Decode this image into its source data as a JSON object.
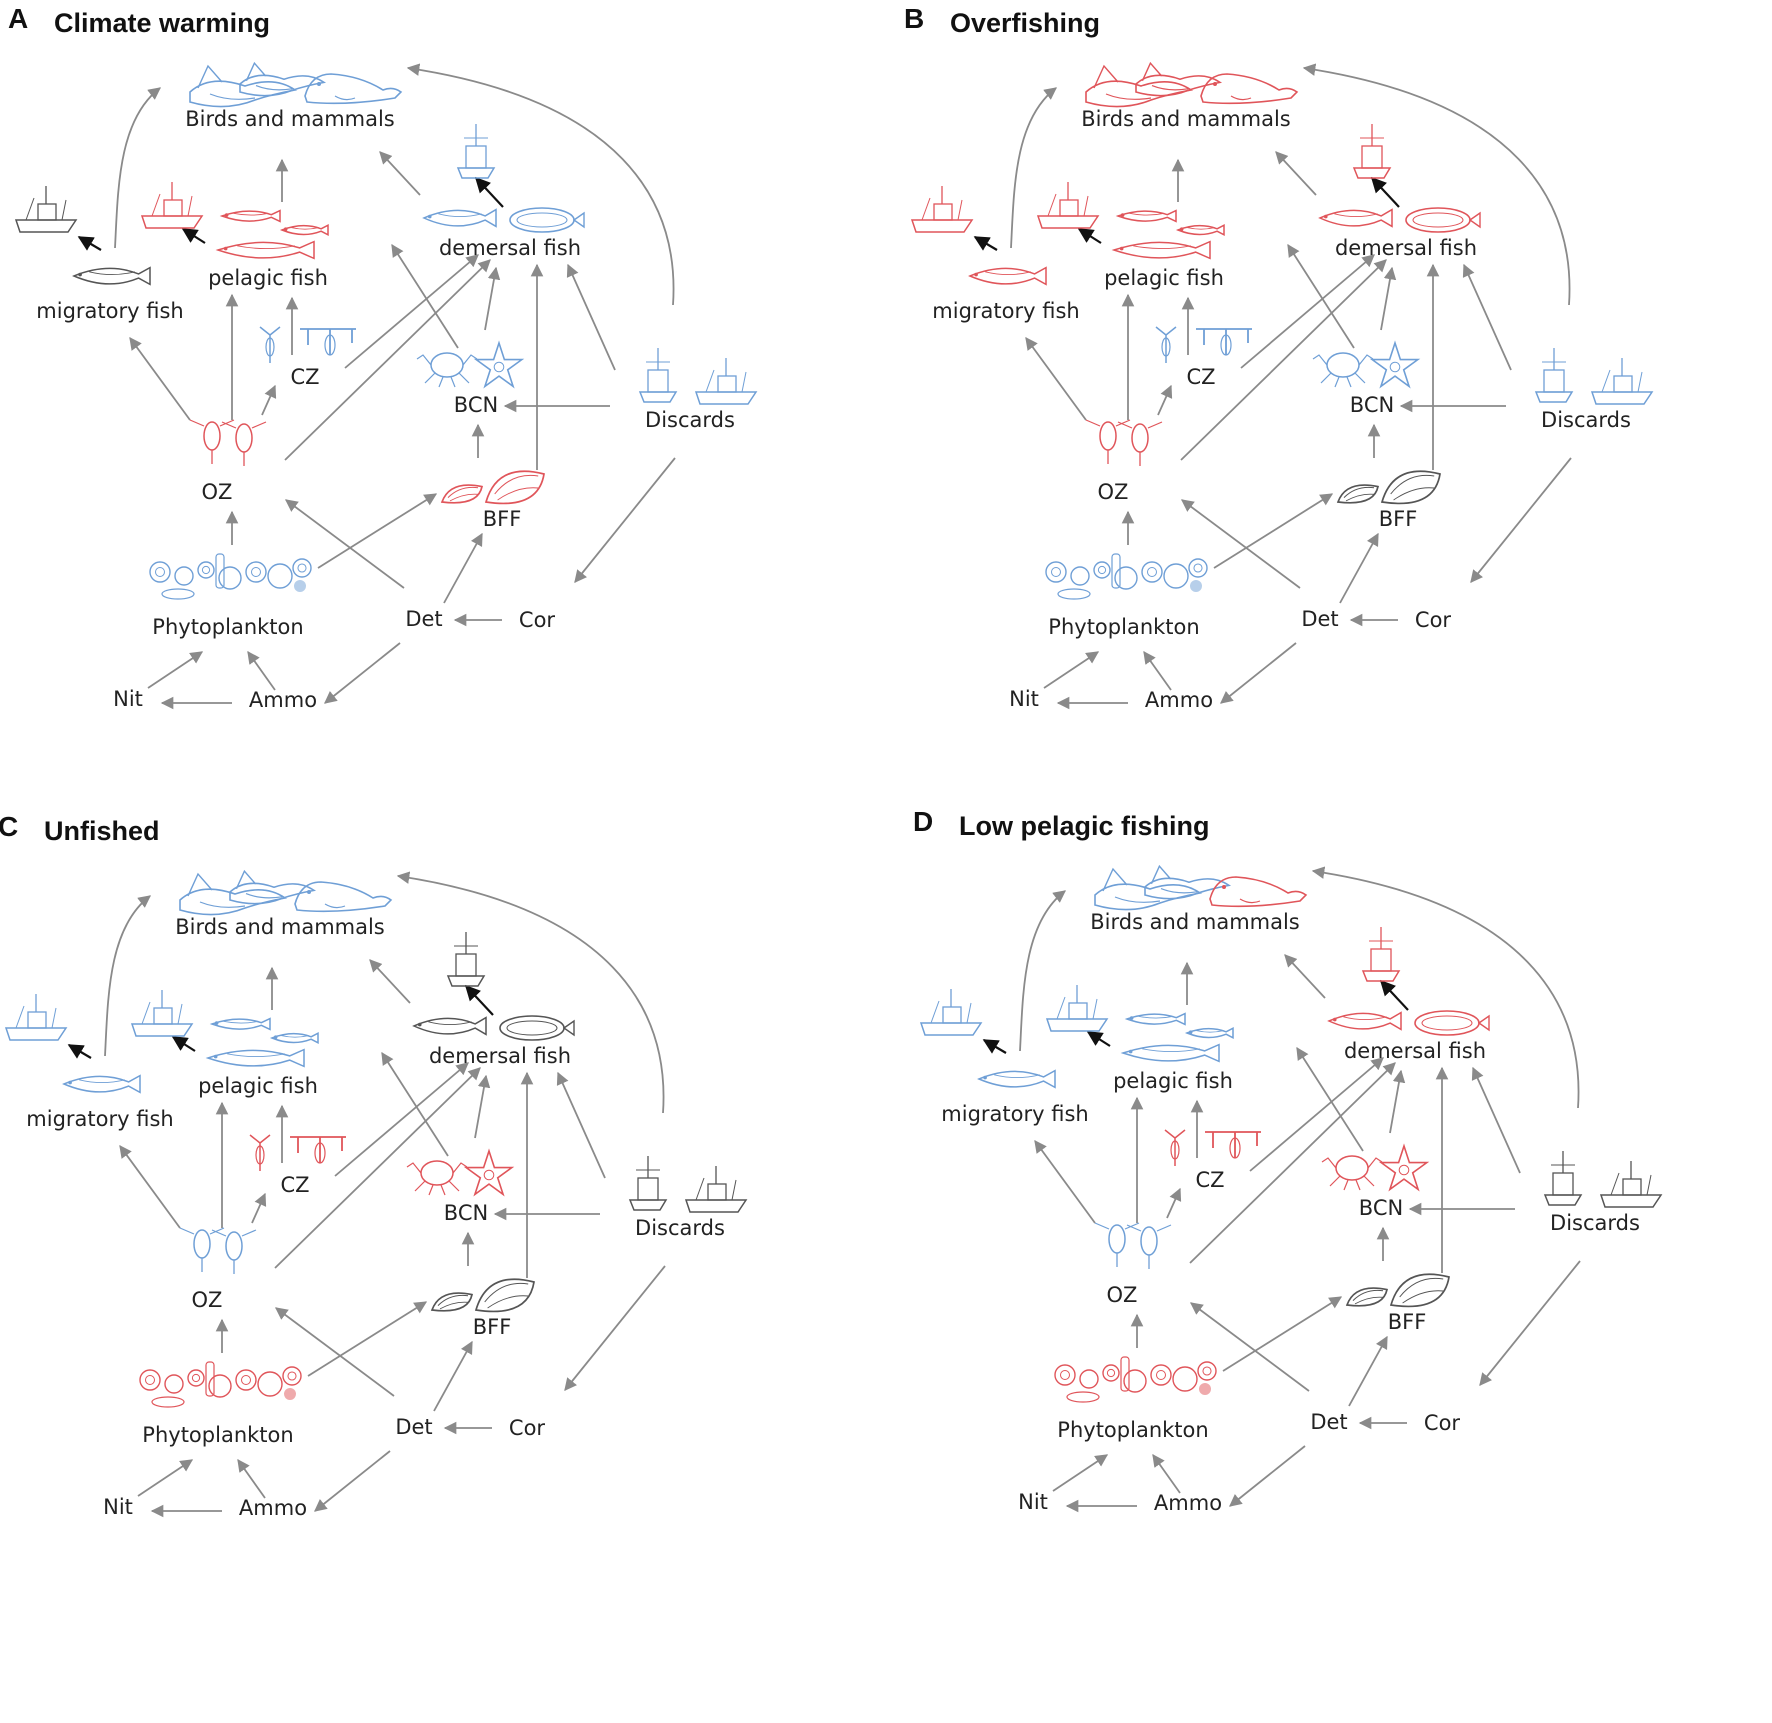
{
  "colors": {
    "increase": "#e0555a",
    "decrease": "#6f9fd6",
    "unchanged": "#555555",
    "arrow": "#8a8a8a",
    "fishing_arrow": "#111111",
    "label": "#222222"
  },
  "legend_key": {
    "increase": "red",
    "decrease": "blue",
    "unchanged": "black"
  },
  "panels": [
    {
      "letter": "A",
      "title": "Climate warming",
      "nodes": {
        "birds": {
          "label": "Birds and mammals",
          "status": [
            "decrease",
            "decrease"
          ],
          "label_status": "none"
        },
        "demersal": {
          "label": "demersal fish",
          "status": [
            "decrease",
            "decrease"
          ],
          "fleet": "decrease",
          "label_status": "none"
        },
        "pelagic": {
          "label": "pelagic fish",
          "status": [
            "increase",
            "increase"
          ],
          "fleet": "increase",
          "label_status": "none"
        },
        "migratory": {
          "label": "migratory fish",
          "status": [
            "unchanged"
          ],
          "fleet": "unchanged",
          "label_status": "none"
        },
        "cz": {
          "label": "CZ",
          "status": [
            "decrease",
            "decrease"
          ],
          "label_status": "none"
        },
        "oz": {
          "label": "OZ",
          "status": [
            "increase"
          ],
          "label_status": "none"
        },
        "bcn": {
          "label": "BCN",
          "status": [
            "decrease",
            "decrease"
          ],
          "label_status": "none"
        },
        "bff": {
          "label": "BFF",
          "status": [
            "increase",
            "increase"
          ],
          "label_status": "none"
        },
        "discards": {
          "label": "Discards",
          "status": [
            "decrease",
            "decrease"
          ],
          "label_status": "none"
        },
        "phyto": {
          "label": "Phytoplankton",
          "status": [
            "decrease"
          ],
          "label_status": "none"
        },
        "det": {
          "label": "Det",
          "label_status": "none"
        },
        "cor": {
          "label": "Cor",
          "label_status": "increase"
        },
        "nit": {
          "label": "Nit",
          "label_status": "none"
        },
        "ammo": {
          "label": "Ammo",
          "label_status": "none"
        }
      }
    },
    {
      "letter": "B",
      "title": "Overfishing",
      "nodes": {
        "birds": {
          "label": "Birds and mammals",
          "status": [
            "increase",
            "increase"
          ],
          "label_status": "none"
        },
        "demersal": {
          "label": "demersal fish",
          "status": [
            "increase",
            "increase"
          ],
          "fleet": "increase",
          "label_status": "none"
        },
        "pelagic": {
          "label": "pelagic fish",
          "status": [
            "increase",
            "increase"
          ],
          "fleet": "increase",
          "label_status": "none"
        },
        "migratory": {
          "label": "migratory fish",
          "status": [
            "increase"
          ],
          "fleet": "increase",
          "label_status": "none"
        },
        "cz": {
          "label": "CZ",
          "status": [
            "decrease",
            "decrease"
          ],
          "label_status": "none"
        },
        "oz": {
          "label": "OZ",
          "status": [
            "increase"
          ],
          "label_status": "none"
        },
        "bcn": {
          "label": "BCN",
          "status": [
            "decrease",
            "decrease"
          ],
          "label_status": "none"
        },
        "bff": {
          "label": "BFF",
          "status": [
            "unchanged",
            "unchanged"
          ],
          "label_status": "none"
        },
        "discards": {
          "label": "Discards",
          "status": [
            "decrease",
            "decrease"
          ],
          "label_status": "none"
        },
        "phyto": {
          "label": "Phytoplankton",
          "status": [
            "decrease"
          ],
          "label_status": "none"
        },
        "det": {
          "label": "Det",
          "label_status": "none"
        },
        "cor": {
          "label": "Cor",
          "label_status": "none"
        },
        "nit": {
          "label": "Nit",
          "label_status": "none"
        },
        "ammo": {
          "label": "Ammo",
          "label_status": "none"
        }
      }
    },
    {
      "letter": "C",
      "title": "Unfished",
      "nodes": {
        "birds": {
          "label": "Birds and mammals",
          "status": [
            "decrease",
            "decrease"
          ],
          "label_status": "none"
        },
        "demersal": {
          "label": "demersal fish",
          "status": [
            "unchanged",
            "unchanged"
          ],
          "fleet": "unchanged",
          "label_status": "none"
        },
        "pelagic": {
          "label": "pelagic fish",
          "status": [
            "decrease",
            "decrease"
          ],
          "fleet": "decrease",
          "label_status": "none"
        },
        "migratory": {
          "label": "migratory fish",
          "status": [
            "decrease"
          ],
          "fleet": "decrease",
          "label_status": "none"
        },
        "cz": {
          "label": "CZ",
          "status": [
            "increase",
            "increase"
          ],
          "label_status": "none"
        },
        "oz": {
          "label": "OZ",
          "status": [
            "decrease"
          ],
          "label_status": "none"
        },
        "bcn": {
          "label": "BCN",
          "status": [
            "increase",
            "increase"
          ],
          "label_status": "none"
        },
        "bff": {
          "label": "BFF",
          "status": [
            "unchanged",
            "unchanged"
          ],
          "label_status": "none"
        },
        "discards": {
          "label": "Discards",
          "status": [
            "unchanged",
            "unchanged"
          ],
          "label_status": "none"
        },
        "phyto": {
          "label": "Phytoplankton",
          "status": [
            "increase"
          ],
          "label_status": "none"
        },
        "det": {
          "label": "Det",
          "label_status": "none"
        },
        "cor": {
          "label": "Cor",
          "label_status": "none"
        },
        "nit": {
          "label": "Nit",
          "label_status": "none"
        },
        "ammo": {
          "label": "Ammo",
          "label_status": "none"
        }
      }
    },
    {
      "letter": "D",
      "title": "Low pelagic fishing",
      "nodes": {
        "birds": {
          "label": "Birds and mammals",
          "status": [
            "decrease",
            "increase"
          ],
          "label_status": "none"
        },
        "demersal": {
          "label": "demersal fish",
          "status": [
            "increase",
            "increase"
          ],
          "fleet": "increase",
          "label_status": "none"
        },
        "pelagic": {
          "label": "pelagic fish",
          "status": [
            "decrease",
            "decrease"
          ],
          "fleet": "decrease",
          "label_status": "none"
        },
        "migratory": {
          "label": "migratory fish",
          "status": [
            "decrease"
          ],
          "fleet": "decrease",
          "label_status": "none"
        },
        "cz": {
          "label": "CZ",
          "status": [
            "increase",
            "increase"
          ],
          "label_status": "none"
        },
        "oz": {
          "label": "OZ",
          "status": [
            "decrease"
          ],
          "label_status": "none"
        },
        "bcn": {
          "label": "BCN",
          "status": [
            "increase",
            "increase"
          ],
          "label_status": "none"
        },
        "bff": {
          "label": "BFF",
          "status": [
            "unchanged",
            "unchanged"
          ],
          "label_status": "none"
        },
        "discards": {
          "label": "Discards",
          "status": [
            "unchanged",
            "unchanged"
          ],
          "label_status": "none"
        },
        "phyto": {
          "label": "Phytoplankton",
          "status": [
            "increase"
          ],
          "label_status": "none"
        },
        "det": {
          "label": "Det",
          "label_status": "none"
        },
        "cor": {
          "label": "Cor",
          "label_status": "none"
        },
        "nit": {
          "label": "Nit",
          "label_status": "none"
        },
        "ammo": {
          "label": "Ammo",
          "label_status": "none"
        }
      }
    }
  ]
}
